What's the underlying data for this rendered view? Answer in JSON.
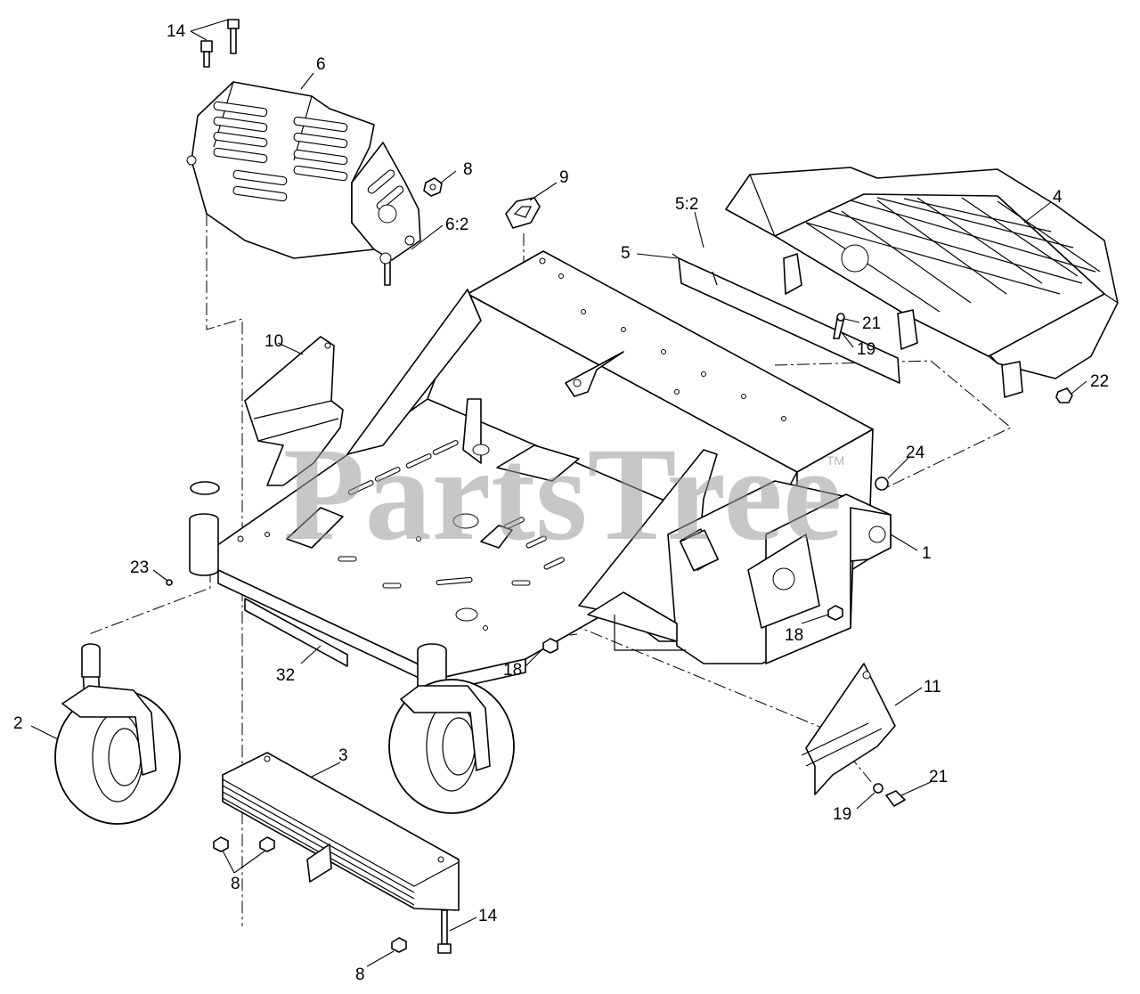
{
  "watermark": {
    "text": "PartsTree",
    "tm": "TM"
  },
  "callouts": {
    "c14a": "14",
    "c6": "6",
    "c8a": "8",
    "c9": "9",
    "c6_2": "6:2",
    "c5_2": "5:2",
    "c5": "5",
    "c4": "4",
    "c21a": "21",
    "c19a": "19",
    "c22": "22",
    "c10": "10",
    "c24": "24",
    "c1": "1",
    "c23": "23",
    "c18a": "18",
    "c32": "32",
    "c18b": "18",
    "c11": "11",
    "c2": "2",
    "c3": "3",
    "c21b": "21",
    "c19b": "19",
    "c8b": "8",
    "c14b": "14",
    "c8c": "8"
  }
}
